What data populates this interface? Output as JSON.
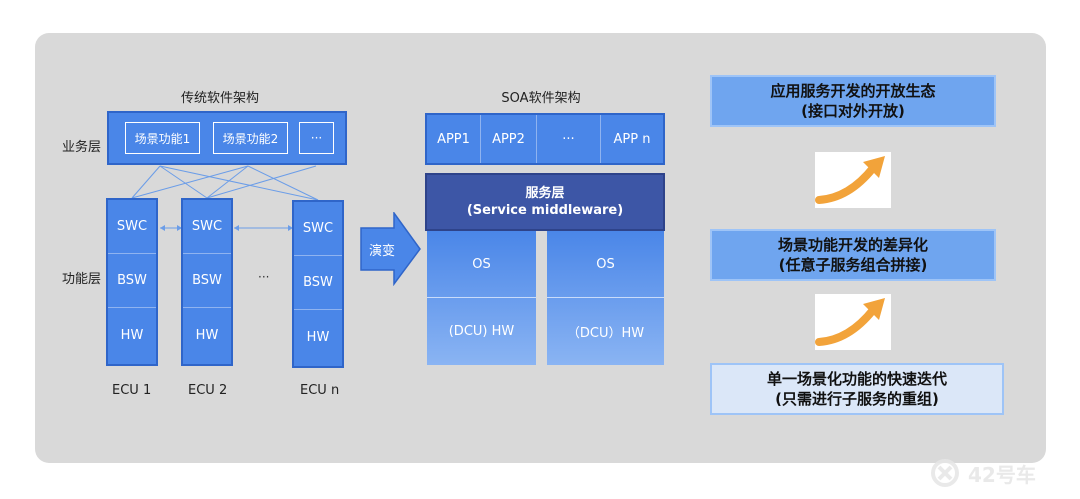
{
  "left": {
    "title": "传统软件架构",
    "business_layer_label": "业务层",
    "function_layer_label": "功能层",
    "scene_items": [
      "场景功能1",
      "场景功能2",
      "···"
    ],
    "ecus": [
      {
        "name": "ECU 1",
        "layers": [
          "SWC",
          "BSW",
          "HW"
        ]
      },
      {
        "name": "ECU 2",
        "layers": [
          "SWC",
          "BSW",
          "HW"
        ]
      },
      {
        "name": "ECU n",
        "layers": [
          "SWC",
          "BSW",
          "HW"
        ]
      }
    ],
    "ellipsis": "···"
  },
  "transition": {
    "label": "演变"
  },
  "middle": {
    "title": "SOA软件架构",
    "apps": [
      "APP1",
      "APP2",
      "···",
      "APP n"
    ],
    "service_layer_title": "服务层",
    "service_layer_subtitle": "(Service middleware)",
    "os_left": "OS",
    "os_right": "OS",
    "hw_left": "(DCU) HW",
    "hw_right": "（DCU）HW"
  },
  "right": {
    "boxes": [
      {
        "line1": "应用服务开发的开放生态",
        "line2": "(接口对外开放)"
      },
      {
        "line1": "场景功能开发的差异化",
        "line2": "(任意子服务组合拼接)"
      },
      {
        "line1": "单一场景化功能的快速迭代",
        "line2": "(只需进行子服务的重组)"
      }
    ]
  },
  "watermark": "42号车",
  "colors": {
    "accent": "#4a86e8",
    "dark_blue": "#3d56a6",
    "orange": "#f2a33a"
  }
}
